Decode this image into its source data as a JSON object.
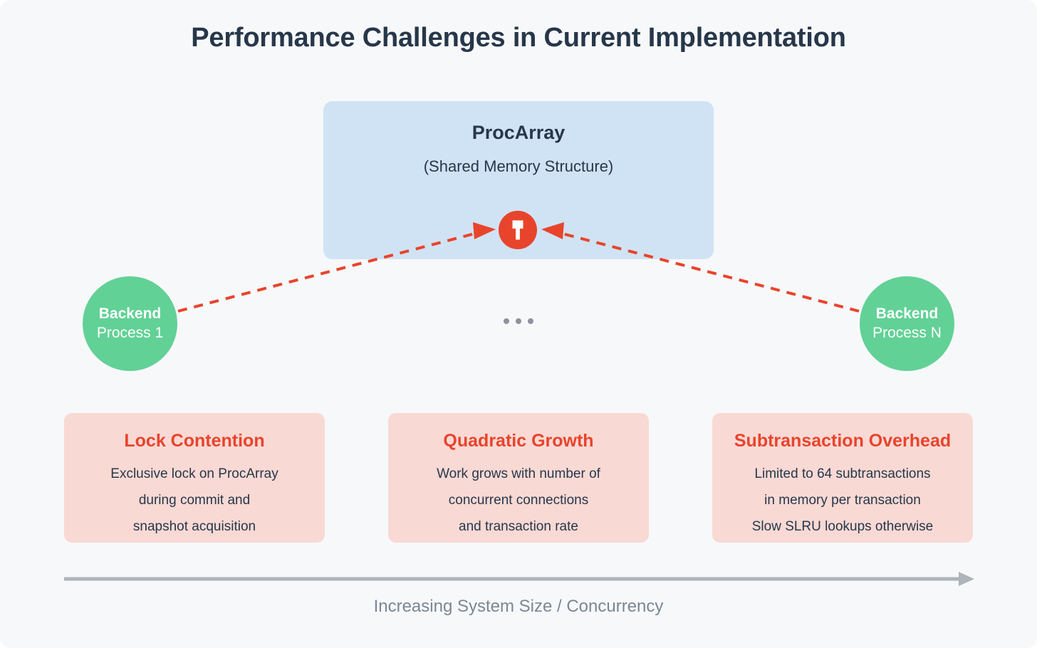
{
  "title": "Performance Challenges in Current Implementation",
  "colors": {
    "background": "#f7f8fa",
    "title_text": "#27374a",
    "shared_box": "#d0e3f4",
    "backend_circle": "#62d196",
    "lock_badge": "#e8442c",
    "arrow_red": "#e8442c",
    "card_bg": "#f9d9d4",
    "card_title": "#e8442c",
    "card_body": "#27374a",
    "axis_gray": "#aeb4bb",
    "axis_label": "#7b8794",
    "dots_gray": "#8b939e"
  },
  "shared_structure": {
    "name": "ProcArray",
    "subtitle": "(Shared Memory Structure)",
    "lock_icon": "lock-icon"
  },
  "backends": [
    {
      "title": "Backend",
      "subtitle": "Process 1"
    },
    {
      "title": "Backend",
      "subtitle": "Process N"
    }
  ],
  "ellipsis": "...",
  "issues": [
    {
      "title": "Lock Contention",
      "lines": [
        "Exclusive lock on ProcArray",
        "during commit and",
        "snapshot acquisition"
      ]
    },
    {
      "title": "Quadratic Growth",
      "lines": [
        "Work grows with number of",
        "concurrent connections",
        "and transaction rate"
      ]
    },
    {
      "title": "Subtransaction Overhead",
      "lines": [
        "Limited to 64 subtransactions",
        "in memory per transaction",
        "Slow SLRU lookups otherwise"
      ]
    }
  ],
  "axis": {
    "label": "Increasing System Size / Concurrency",
    "direction": "right"
  }
}
